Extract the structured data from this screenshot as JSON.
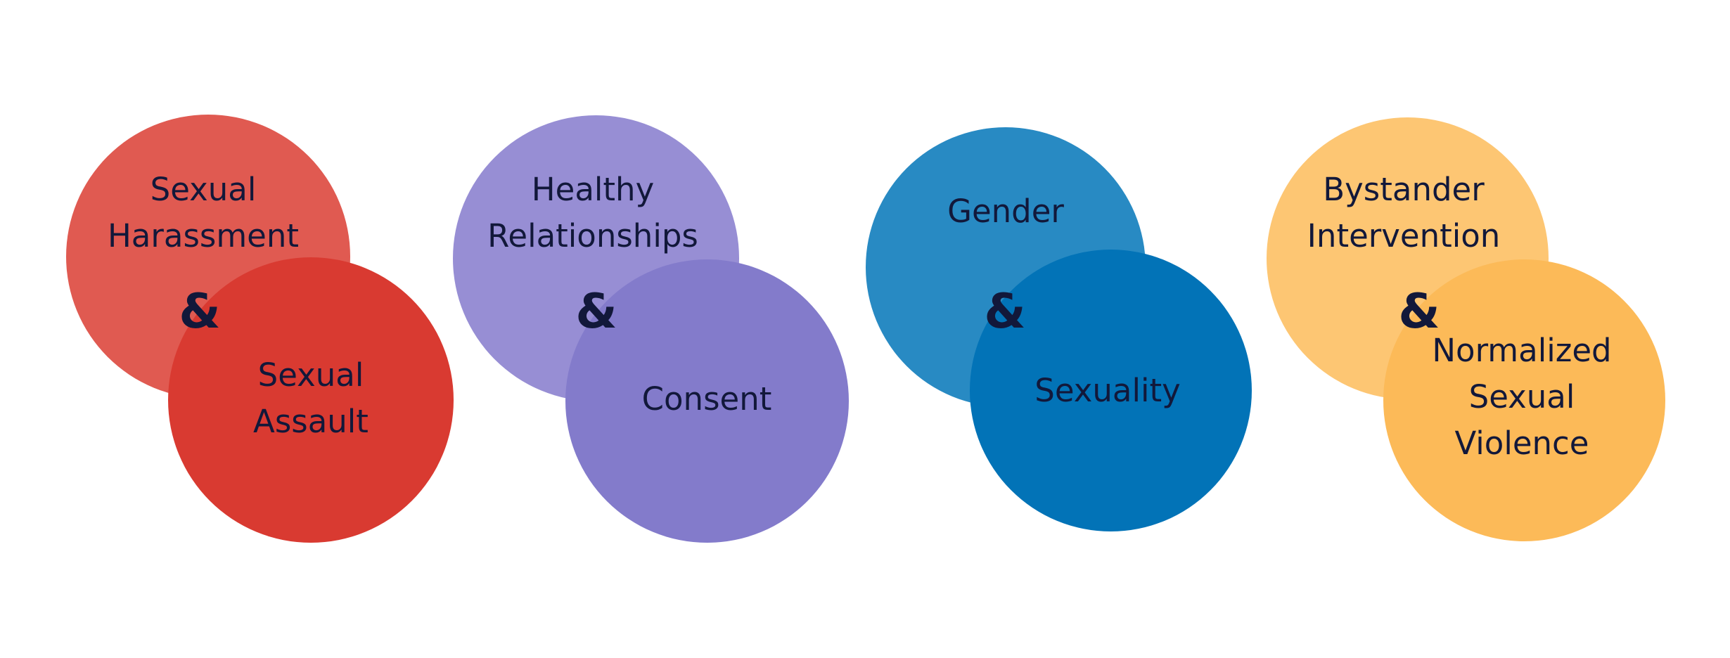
{
  "connector": "&",
  "groups": [
    {
      "top": {
        "lines": [
          "Sexual",
          "Harassment"
        ],
        "color": "#e05a51"
      },
      "bottom": {
        "lines": [
          "Sexual",
          "Assault"
        ],
        "color": "#d93a31"
      }
    },
    {
      "top": {
        "lines": [
          "Healthy",
          "Relationships"
        ],
        "color": "#978ed4"
      },
      "bottom": {
        "lines": [
          "Consent"
        ],
        "color": "#837bcb"
      }
    },
    {
      "top": {
        "lines": [
          "Gender"
        ],
        "color": "#288ac3"
      },
      "bottom": {
        "lines": [
          "Sexuality"
        ],
        "color": "#0273b7"
      }
    },
    {
      "top": {
        "lines": [
          "Bystander",
          "Intervention"
        ],
        "color": "#fdc673"
      },
      "bottom": {
        "lines": [
          "Normalized",
          "Sexual",
          "Violence"
        ],
        "color": "#fcba58"
      }
    }
  ]
}
